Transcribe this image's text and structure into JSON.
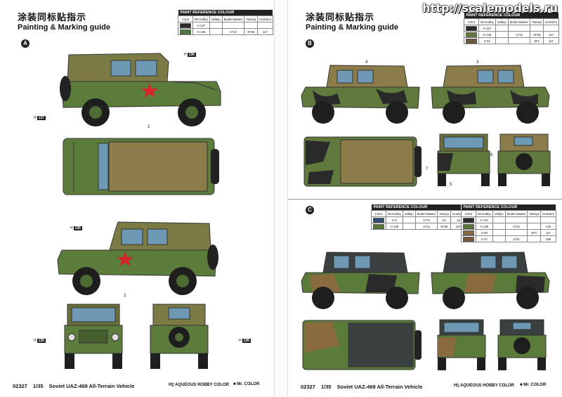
{
  "watermark": "http://scalemodels.ru",
  "left_page": {
    "title_cn": "涂装同标贴指示",
    "title_en": "Painting & Marking guide",
    "scheme_letter": "A",
    "ref_table": {
      "header": "PAINT  REFERENCE COLOUR",
      "columns": [
        "Color",
        "Mr.Hobby",
        "Vallejo",
        "Model Master",
        "Tamiya",
        "Humbrol"
      ],
      "rows": [
        {
          "color_hex": "#2b2b2b",
          "hobby": "H 137",
          "vallejo": "",
          "mm": "",
          "tamiya": "",
          "humbrol": ""
        },
        {
          "color_hex": "#4d7a3a",
          "hobby": "H 136",
          "vallejo": "",
          "mm": "1713",
          "tamiya": "XF26",
          "humbrol": "117"
        }
      ]
    },
    "callouts": [
      {
        "id": "lp-h-roof",
        "code": "136"
      },
      {
        "id": "lp-h-body",
        "code": "137"
      },
      {
        "id": "lp-num-2a",
        "text": "2"
      },
      {
        "id": "lp-h-roof2",
        "code": "136"
      },
      {
        "id": "lp-num-2b",
        "text": "2"
      },
      {
        "id": "lp-h-front",
        "code": "136"
      },
      {
        "id": "lp-h-rear",
        "code": "136"
      }
    ],
    "footer": {
      "code": "02327",
      "scale": "1/35",
      "name": "Soviet UAZ-469 All-Terrain Vehicle"
    },
    "legend": {
      "aqueous": "AQUEOUS HOBBY COLOR",
      "mr": "Mr. COLOR"
    }
  },
  "right_page": {
    "title_cn": "涂装同标贴指示",
    "title_en": "Painting & Marking guide",
    "scheme_b": "B",
    "scheme_c": "C",
    "ref_table_b": {
      "header": "PAINT  REFERENCE COLOUR",
      "columns": [
        "Color",
        "Mr.Hobby",
        "Vallejo",
        "Model Master",
        "Tamiya",
        "Humbrol"
      ],
      "rows": [
        {
          "color_hex": "#2a2a2a",
          "hobby": "H 137",
          "vallejo": "",
          "mm": "",
          "tamiya": "",
          "humbrol": ""
        },
        {
          "color_hex": "#5f7a3c",
          "hobby": "H 136",
          "vallejo": "",
          "mm": "1713",
          "tamiya": "XF26",
          "humbrol": "117"
        },
        {
          "color_hex": "#6a5a40",
          "hobby": "H 81",
          "vallejo": "",
          "mm": "",
          "tamiya": "XF1",
          "humbrol": "117"
        }
      ]
    },
    "ref_table_c_left": {
      "header": "PAINT  REFERENCE COLOUR",
      "columns": [
        "Color",
        "Mr.Hobby",
        "Vallejo",
        "Model Master",
        "Tamiya",
        "Humbrol"
      ],
      "rows": [
        {
          "color_hex": "#2d4f73",
          "hobby": "H 8",
          "vallejo": "",
          "mm": "1772",
          "tamiya": "X2",
          "humbrol": "15"
        },
        {
          "color_hex": "#5a7a3a",
          "hobby": "H 136",
          "vallejo": "",
          "mm": "1713",
          "tamiya": "XF26",
          "humbrol": "117"
        }
      ]
    },
    "ref_table_c_right": {
      "header": "PAINT  REFERENCE COLOUR",
      "columns": [
        "Color",
        "Mr.Hobby",
        "Vallejo",
        "Model Master",
        "Tamiya",
        "Humbrol"
      ],
      "rows": [
        {
          "color_hex": "#2a2a2a",
          "hobby": "H 137",
          "vallejo": "",
          "mm": "",
          "tamiya": "",
          "humbrol": ""
        },
        {
          "color_hex": "#5a7a3a",
          "hobby": "H 136",
          "vallejo": "",
          "mm": "1713",
          "tamiya": "",
          "humbrol": "135"
        },
        {
          "color_hex": "#8a6a3f",
          "hobby": "H 80",
          "vallejo": "",
          "mm": "",
          "tamiya": "XF1",
          "humbrol": "117"
        },
        {
          "color_hex": "#7a5a3a",
          "hobby": "H 37",
          "vallejo": "",
          "mm": "1701",
          "tamiya": "",
          "humbrol": "186"
        }
      ]
    },
    "callouts": [
      {
        "id": "rp-num-4",
        "text": "4"
      },
      {
        "id": "rp-num-3",
        "text": "3"
      },
      {
        "id": "rp-num-7",
        "text": "7"
      },
      {
        "id": "rp-num-6",
        "text": "6"
      },
      {
        "id": "rp-num-5",
        "text": "5"
      }
    ],
    "footer": {
      "code": "02327",
      "scale": "1/35",
      "name": "Soviet UAZ-469 All-Terrain Vehicle"
    },
    "legend": {
      "aqueous": "AQUEOUS HOBBY COLOR",
      "mr": "Mr. COLOR"
    }
  }
}
